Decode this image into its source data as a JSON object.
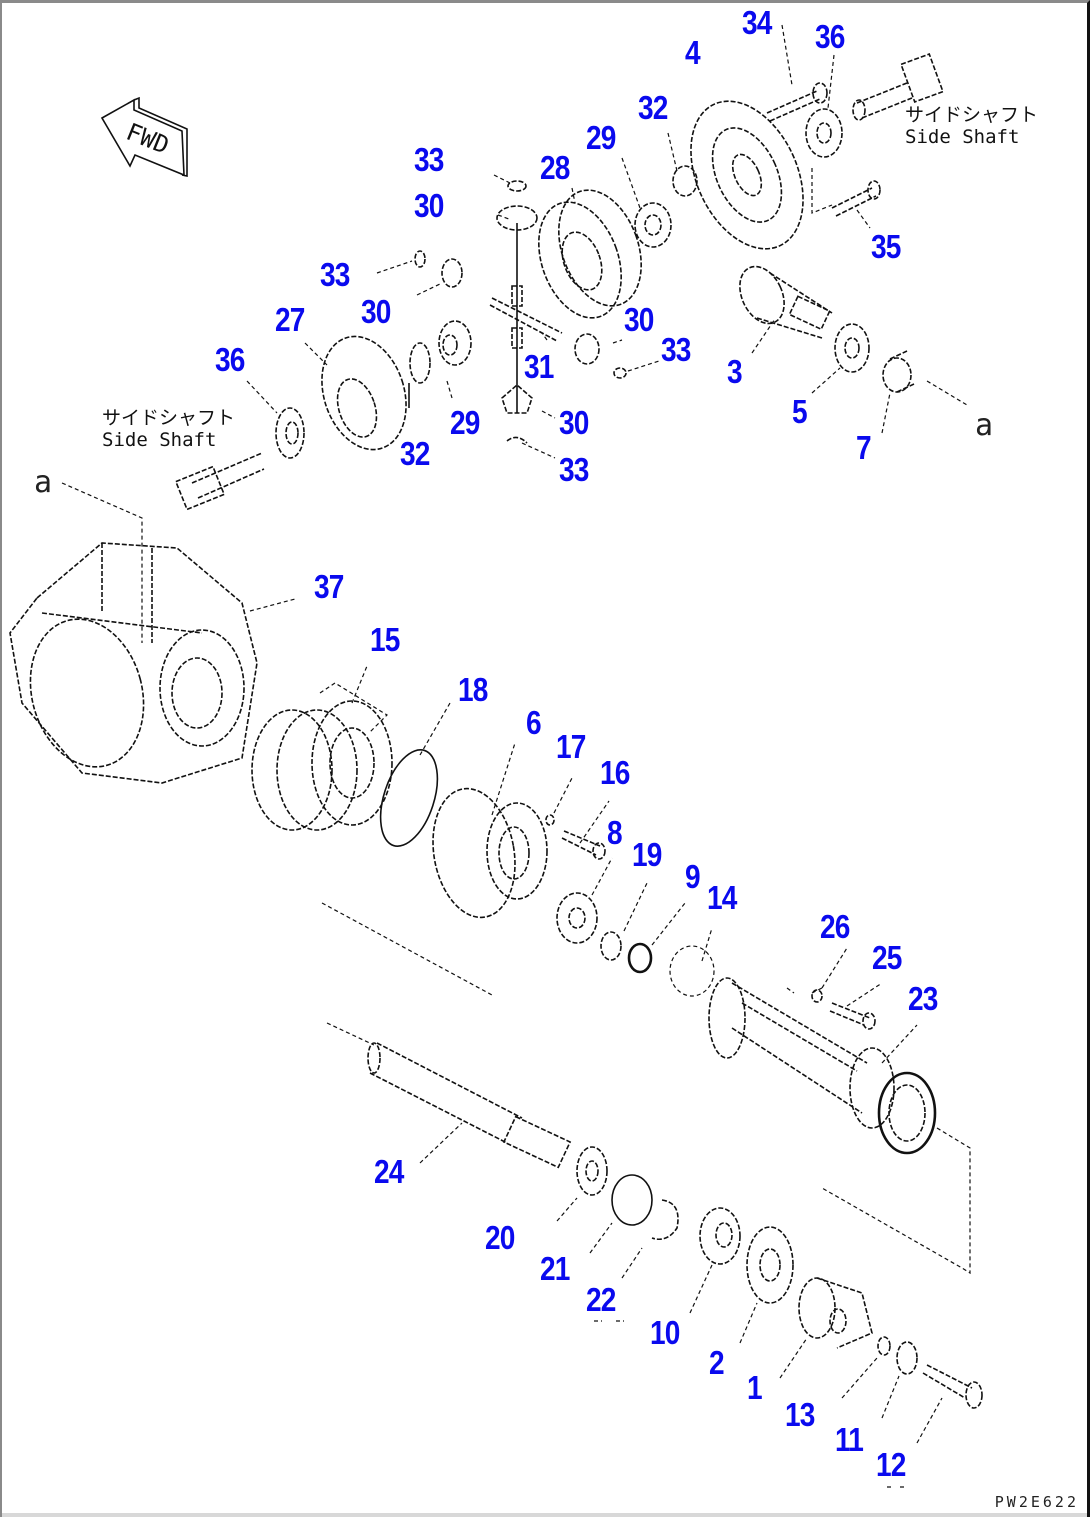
{
  "diagram": {
    "title": "Differential / Final Drive exploded parts view",
    "fwd_label": "FWD",
    "drawing_number": "PW2E622",
    "reference_marks": [
      "a",
      "a"
    ],
    "side_shaft_notes": [
      {
        "jp": "サイドシャフト",
        "en": "Side Shaft"
      },
      {
        "jp": "サイドシャフト",
        "en": "Side Shaft"
      }
    ],
    "callouts": [
      {
        "id": "c34",
        "label": "34"
      },
      {
        "id": "c36a",
        "label": "36"
      },
      {
        "id": "c4",
        "label": "4"
      },
      {
        "id": "c32a",
        "label": "32"
      },
      {
        "id": "c29a",
        "label": "29"
      },
      {
        "id": "c28",
        "label": "28"
      },
      {
        "id": "c33a",
        "label": "33"
      },
      {
        "id": "c30a",
        "label": "30"
      },
      {
        "id": "c35",
        "label": "35"
      },
      {
        "id": "c33b",
        "label": "33"
      },
      {
        "id": "c30b",
        "label": "30"
      },
      {
        "id": "c30c",
        "label": "30"
      },
      {
        "id": "c33c",
        "label": "33"
      },
      {
        "id": "c27",
        "label": "27"
      },
      {
        "id": "c36b",
        "label": "36"
      },
      {
        "id": "c31",
        "label": "31"
      },
      {
        "id": "c3",
        "label": "3"
      },
      {
        "id": "c29b",
        "label": "29"
      },
      {
        "id": "c5",
        "label": "5"
      },
      {
        "id": "c30d",
        "label": "30"
      },
      {
        "id": "c32b",
        "label": "32"
      },
      {
        "id": "c7",
        "label": "7"
      },
      {
        "id": "c33d",
        "label": "33"
      },
      {
        "id": "c37",
        "label": "37"
      },
      {
        "id": "c15",
        "label": "15"
      },
      {
        "id": "c18",
        "label": "18"
      },
      {
        "id": "c6",
        "label": "6"
      },
      {
        "id": "c17",
        "label": "17"
      },
      {
        "id": "c16",
        "label": "16"
      },
      {
        "id": "c8",
        "label": "8"
      },
      {
        "id": "c19",
        "label": "19"
      },
      {
        "id": "c9",
        "label": "9"
      },
      {
        "id": "c14",
        "label": "14"
      },
      {
        "id": "c26",
        "label": "26"
      },
      {
        "id": "c25",
        "label": "25"
      },
      {
        "id": "c23",
        "label": "23"
      },
      {
        "id": "c24",
        "label": "24"
      },
      {
        "id": "c20",
        "label": "20"
      },
      {
        "id": "c21",
        "label": "21"
      },
      {
        "id": "c22",
        "label": "22"
      },
      {
        "id": "c10",
        "label": "10"
      },
      {
        "id": "c2",
        "label": "2"
      },
      {
        "id": "c1",
        "label": "1"
      },
      {
        "id": "c13",
        "label": "13"
      },
      {
        "id": "c11",
        "label": "11"
      },
      {
        "id": "c12",
        "label": "12"
      }
    ],
    "colors": {
      "callout": "#0a0aee",
      "line": "#111111",
      "background": "#ffffff"
    }
  }
}
